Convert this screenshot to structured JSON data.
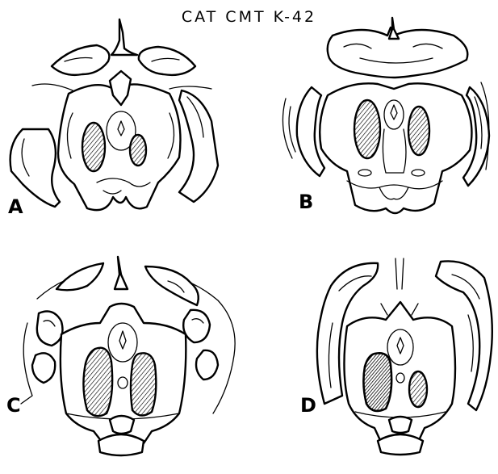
{
  "figure": {
    "title": "CAT CMT K-42",
    "panels": [
      {
        "label": "A"
      },
      {
        "label": "B"
      },
      {
        "label": "C"
      },
      {
        "label": "D"
      }
    ],
    "lesion_fill_color": "#000000",
    "line_color": "#000000",
    "background_color": "#ffffff"
  }
}
